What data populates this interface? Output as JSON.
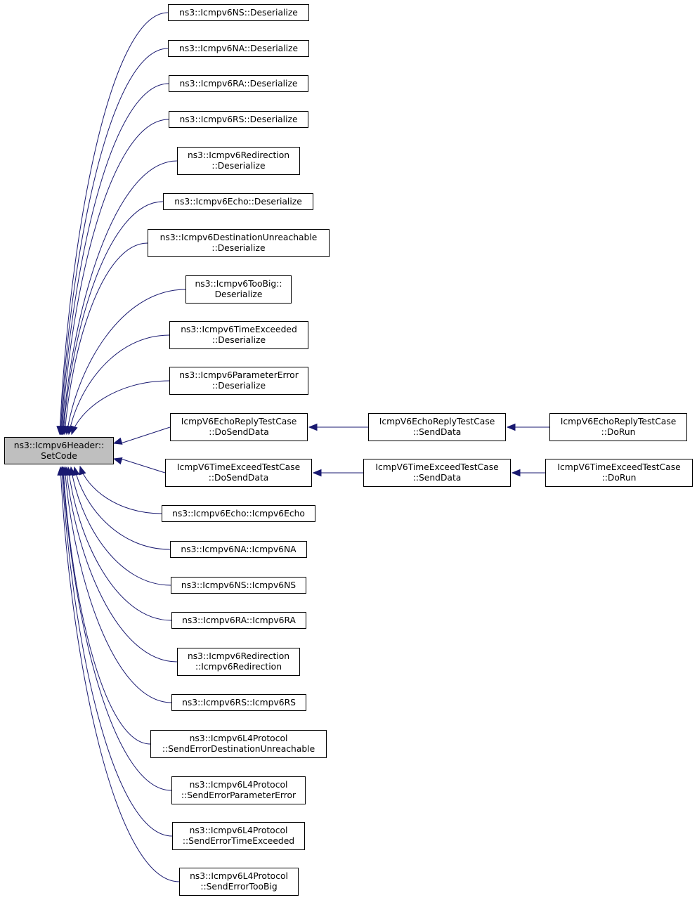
{
  "colors": {
    "edge": "#191970",
    "root_fill": "#bfbfbf",
    "node_fill": "#ffffff",
    "border": "#000000"
  },
  "root": {
    "id": "root",
    "lines": [
      "ns3::Icmpv6Header::",
      "SetCode"
    ]
  },
  "nodes": [
    {
      "id": "ns-deser",
      "lines": [
        "ns3::Icmpv6NS::Deserialize"
      ]
    },
    {
      "id": "na-deser",
      "lines": [
        "ns3::Icmpv6NA::Deserialize"
      ]
    },
    {
      "id": "ra-deser",
      "lines": [
        "ns3::Icmpv6RA::Deserialize"
      ]
    },
    {
      "id": "rs-deser",
      "lines": [
        "ns3::Icmpv6RS::Deserialize"
      ]
    },
    {
      "id": "redir-deser",
      "lines": [
        "ns3::Icmpv6Redirection",
        "::Deserialize"
      ]
    },
    {
      "id": "echo-deser",
      "lines": [
        "ns3::Icmpv6Echo::Deserialize"
      ]
    },
    {
      "id": "destunr-deser",
      "lines": [
        "ns3::Icmpv6DestinationUnreachable",
        "::Deserialize"
      ]
    },
    {
      "id": "toobig-deser",
      "lines": [
        "ns3::Icmpv6TooBig::",
        "Deserialize"
      ]
    },
    {
      "id": "timeexc-deser",
      "lines": [
        "ns3::Icmpv6TimeExceeded",
        "::Deserialize"
      ]
    },
    {
      "id": "paramerr-deser",
      "lines": [
        "ns3::Icmpv6ParameterError",
        "::Deserialize"
      ]
    },
    {
      "id": "echoreply-dosend",
      "lines": [
        "IcmpV6EchoReplyTestCase",
        "::DoSendData"
      ]
    },
    {
      "id": "echoreply-send",
      "lines": [
        "IcmpV6EchoReplyTestCase",
        "::SendData"
      ]
    },
    {
      "id": "echoreply-dorun",
      "lines": [
        "IcmpV6EchoReplyTestCase",
        "::DoRun"
      ]
    },
    {
      "id": "timeexc-dosend",
      "lines": [
        "IcmpV6TimeExceedTestCase",
        "::DoSendData"
      ]
    },
    {
      "id": "timeexc-send",
      "lines": [
        "IcmpV6TimeExceedTestCase",
        "::SendData"
      ]
    },
    {
      "id": "timeexc-dorun",
      "lines": [
        "IcmpV6TimeExceedTestCase",
        "::DoRun"
      ]
    },
    {
      "id": "echo-ctor",
      "lines": [
        "ns3::Icmpv6Echo::Icmpv6Echo"
      ]
    },
    {
      "id": "na-ctor",
      "lines": [
        "ns3::Icmpv6NA::Icmpv6NA"
      ]
    },
    {
      "id": "ns-ctor",
      "lines": [
        "ns3::Icmpv6NS::Icmpv6NS"
      ]
    },
    {
      "id": "ra-ctor",
      "lines": [
        "ns3::Icmpv6RA::Icmpv6RA"
      ]
    },
    {
      "id": "redir-ctor",
      "lines": [
        "ns3::Icmpv6Redirection",
        "::Icmpv6Redirection"
      ]
    },
    {
      "id": "rs-ctor",
      "lines": [
        "ns3::Icmpv6RS::Icmpv6RS"
      ]
    },
    {
      "id": "send-destunr",
      "lines": [
        "ns3::Icmpv6L4Protocol",
        "::SendErrorDestinationUnreachable"
      ]
    },
    {
      "id": "send-paramerr",
      "lines": [
        "ns3::Icmpv6L4Protocol",
        "::SendErrorParameterError"
      ]
    },
    {
      "id": "send-timeexc",
      "lines": [
        "ns3::Icmpv6L4Protocol",
        "::SendErrorTimeExceeded"
      ]
    },
    {
      "id": "send-toobig",
      "lines": [
        "ns3::Icmpv6L4Protocol",
        "::SendErrorTooBig"
      ]
    }
  ],
  "edges": [
    {
      "from": "ns-deser",
      "to": "root"
    },
    {
      "from": "na-deser",
      "to": "root"
    },
    {
      "from": "ra-deser",
      "to": "root"
    },
    {
      "from": "rs-deser",
      "to": "root"
    },
    {
      "from": "redir-deser",
      "to": "root"
    },
    {
      "from": "echo-deser",
      "to": "root"
    },
    {
      "from": "destunr-deser",
      "to": "root"
    },
    {
      "from": "toobig-deser",
      "to": "root"
    },
    {
      "from": "timeexc-deser",
      "to": "root"
    },
    {
      "from": "paramerr-deser",
      "to": "root"
    },
    {
      "from": "echoreply-dosend",
      "to": "root"
    },
    {
      "from": "timeexc-dosend",
      "to": "root"
    },
    {
      "from": "echo-ctor",
      "to": "root"
    },
    {
      "from": "na-ctor",
      "to": "root"
    },
    {
      "from": "ns-ctor",
      "to": "root"
    },
    {
      "from": "ra-ctor",
      "to": "root"
    },
    {
      "from": "redir-ctor",
      "to": "root"
    },
    {
      "from": "rs-ctor",
      "to": "root"
    },
    {
      "from": "send-destunr",
      "to": "root"
    },
    {
      "from": "send-paramerr",
      "to": "root"
    },
    {
      "from": "send-timeexc",
      "to": "root"
    },
    {
      "from": "send-toobig",
      "to": "root"
    },
    {
      "from": "echoreply-send",
      "to": "echoreply-dosend"
    },
    {
      "from": "echoreply-dorun",
      "to": "echoreply-send"
    },
    {
      "from": "timeexc-send",
      "to": "timeexc-dosend"
    },
    {
      "from": "timeexc-dorun",
      "to": "timeexc-send"
    }
  ]
}
